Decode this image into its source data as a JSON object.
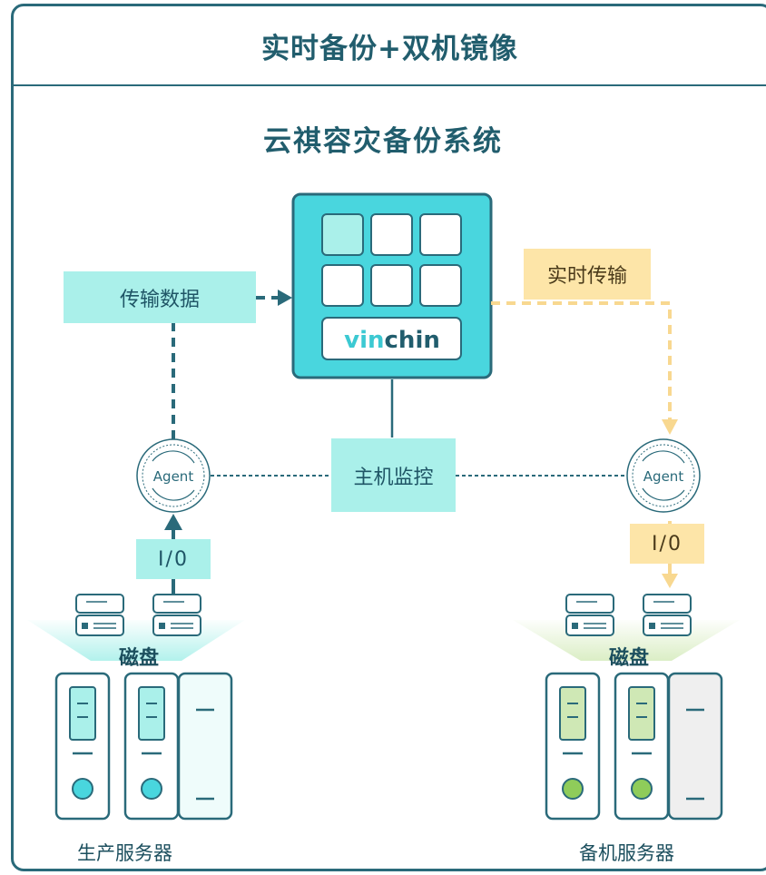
{
  "header": {
    "title": "实时备份+双机镜像"
  },
  "diagram": {
    "subtitle": "云祺容灾备份系统",
    "logo": {
      "text_accent": "vin",
      "text_main": "chin"
    },
    "labels": {
      "transfer_data": "传输数据",
      "realtime_transfer": "实时传输",
      "host_monitor": "主机监控",
      "io_left": "I/0",
      "io_right": "I/0",
      "agent_left": "Agent",
      "agent_right": "Agent",
      "disk_left": "磁盘",
      "disk_right": "磁盘",
      "server_left": "生产服务器",
      "server_right": "备机服务器"
    },
    "colors": {
      "teal_dark": "#2a6a7a",
      "teal_bright": "#49d6de",
      "teal_pale": "#aaf0ea",
      "yellow": "#fde5a8",
      "yellow_line": "#f8d890",
      "green_pale": "#cfe8b5"
    }
  }
}
